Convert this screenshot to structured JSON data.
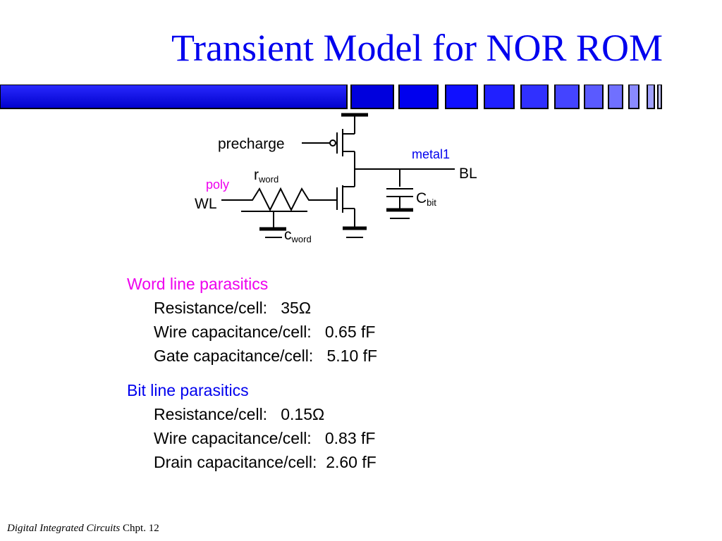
{
  "slide": {
    "title": "Transient Model for NOR ROM",
    "colors": {
      "title": "#0000ee",
      "word_heading": "#ee00ee",
      "bit_heading": "#0000ee",
      "bar_dark": "#0000bb",
      "bar_light": "#7f7fff"
    }
  },
  "circuit": {
    "precharge": "precharge",
    "metal1": "metal1",
    "bl": "BL",
    "r_main": "r",
    "r_sub": "word",
    "poly": "poly",
    "wl": "WL",
    "c_main": "C",
    "c_sub": "bit",
    "cw_main": "c",
    "cw_sub": "word"
  },
  "word_line": {
    "heading": "Word line parasitics",
    "rows": [
      {
        "label": "Resistance/cell:",
        "value": "35Ω"
      },
      {
        "label": "Wire capacitance/cell:",
        "value": "0.65 fF"
      },
      {
        "label": "Gate capacitance/cell:",
        "value": "5.10 fF"
      }
    ]
  },
  "bit_line": {
    "heading": "Bit line parasitics",
    "rows": [
      {
        "label": "Resistance/cell:",
        "value": "0.15Ω"
      },
      {
        "label": "Wire capacitance/cell:",
        "value": "0.83 fF"
      },
      {
        "label": "Drain capacitance/cell:",
        "value": "2.60 fF"
      }
    ]
  },
  "footer": {
    "book": "Digital Integrated Circuits",
    "chapter": "Chpt. 12"
  }
}
